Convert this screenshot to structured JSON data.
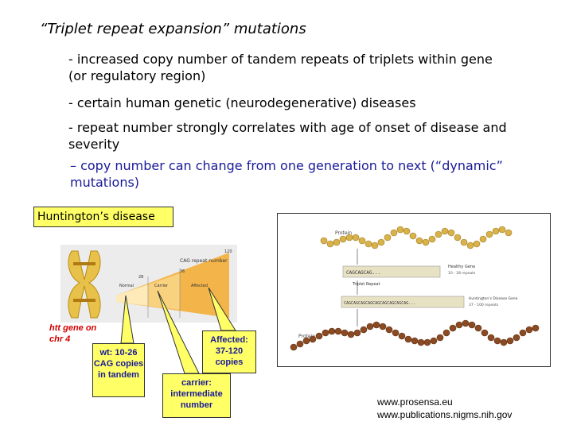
{
  "title": "“Triplet repeat expansion” mutations",
  "bullets": [
    "- increased copy number of tandem repeats of triplets within gene (or regulatory region)",
    "- certain human genetic (neurodegenerative) diseases",
    "- repeat number strongly correlates with age of onset of disease and severity",
    "– copy number can change from one generation to next (“dynamic” mutations)"
  ],
  "disease_label": "Huntington’s disease",
  "gene_label": "htt gene on chr 4",
  "figure1": {
    "axis_title": "CAG repeat number",
    "tick_top": "120",
    "tick_mid": "36",
    "tick_low": "28",
    "categories": [
      "Normal",
      "Carrier",
      "Affected"
    ]
  },
  "callouts": {
    "wt": "wt: 10-26 CAG copies in tandem",
    "affected": "Affected: 37-120 copies",
    "carrier": "carrier: intermediate number"
  },
  "figure2": {
    "protein_top": "Protein",
    "healthy_seq": "CAGCAGCAG...",
    "healthy_label": "Healthy Gene",
    "healthy_range": "10 - 28 repeats",
    "triplet_label": "Triplet Repeat",
    "disease_seq": "CAGCAGCAGCAGCAGCAGCAGCAGCAG...",
    "disease_label": "Huntington’s Disease Gene",
    "disease_range": "37 - 100 repeats",
    "protein_bottom": "Protein"
  },
  "sources": [
    "www.prosensa.eu",
    "www.publications.nigms.nih.gov"
  ],
  "colors": {
    "highlight": "#ffff66",
    "callout_text": "#1a1a99",
    "gene_text": "#d40000",
    "bead_top": "#d9b24a",
    "bead_bottom": "#8b4a22"
  }
}
